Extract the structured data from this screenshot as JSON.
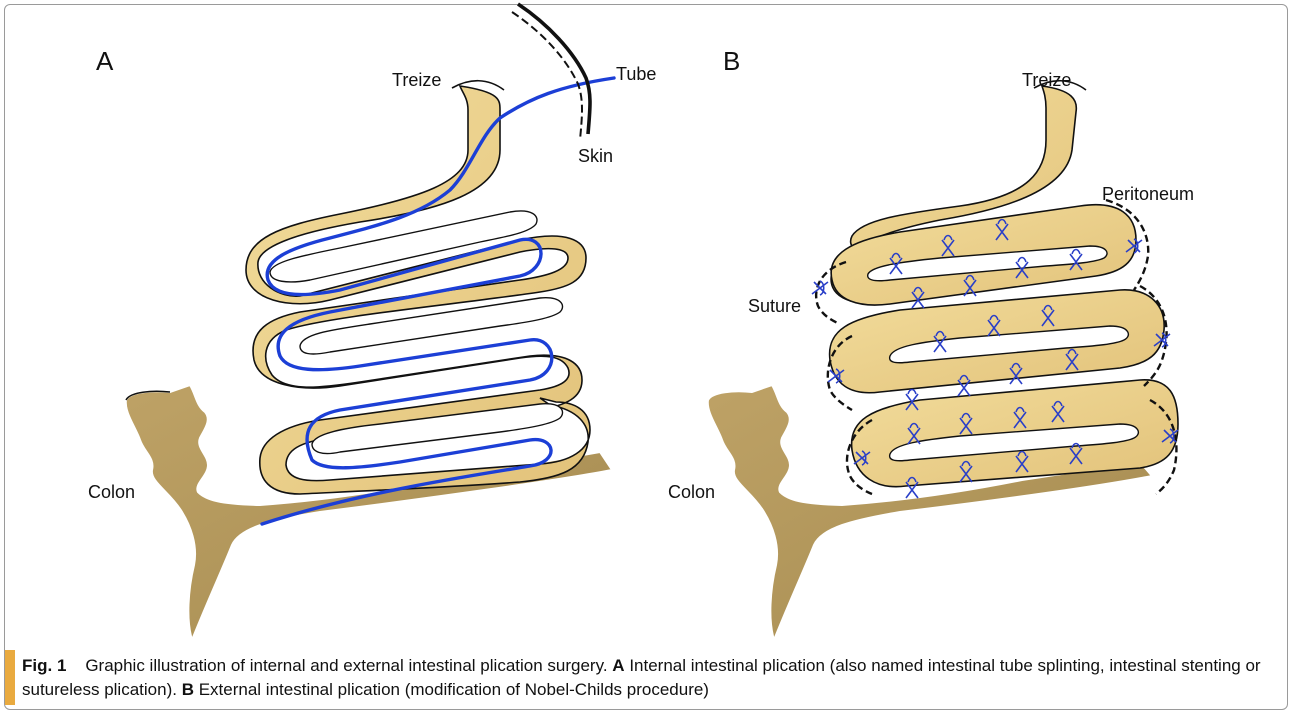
{
  "panel_a": {
    "letter": "A",
    "labels": {
      "treize": "Treize",
      "tube": "Tube",
      "skin": "Skin",
      "colon": "Colon"
    }
  },
  "panel_b": {
    "letter": "B",
    "labels": {
      "treize": "Treize",
      "peritoneum": "Peritoneum",
      "suture": "Suture",
      "colon": "Colon"
    }
  },
  "caption": {
    "fig_label": "Fig. 1",
    "text": "Graphic illustration of internal and external intestinal plication surgery.",
    "a_label": "A",
    "a_text": "Internal intestinal plication (also named intestinal tube splinting, intestinal stenting or sutureless plication).",
    "b_label": "B",
    "b_text": "External intestinal plication (modification of Nobel-Childs procedure)"
  },
  "colors": {
    "small_bowel": "#ecd18a",
    "colon": "#b5995a",
    "tube": "#1c3fd6",
    "suture": "#2a3fc8",
    "accent_bar": "#e9aa3f"
  }
}
